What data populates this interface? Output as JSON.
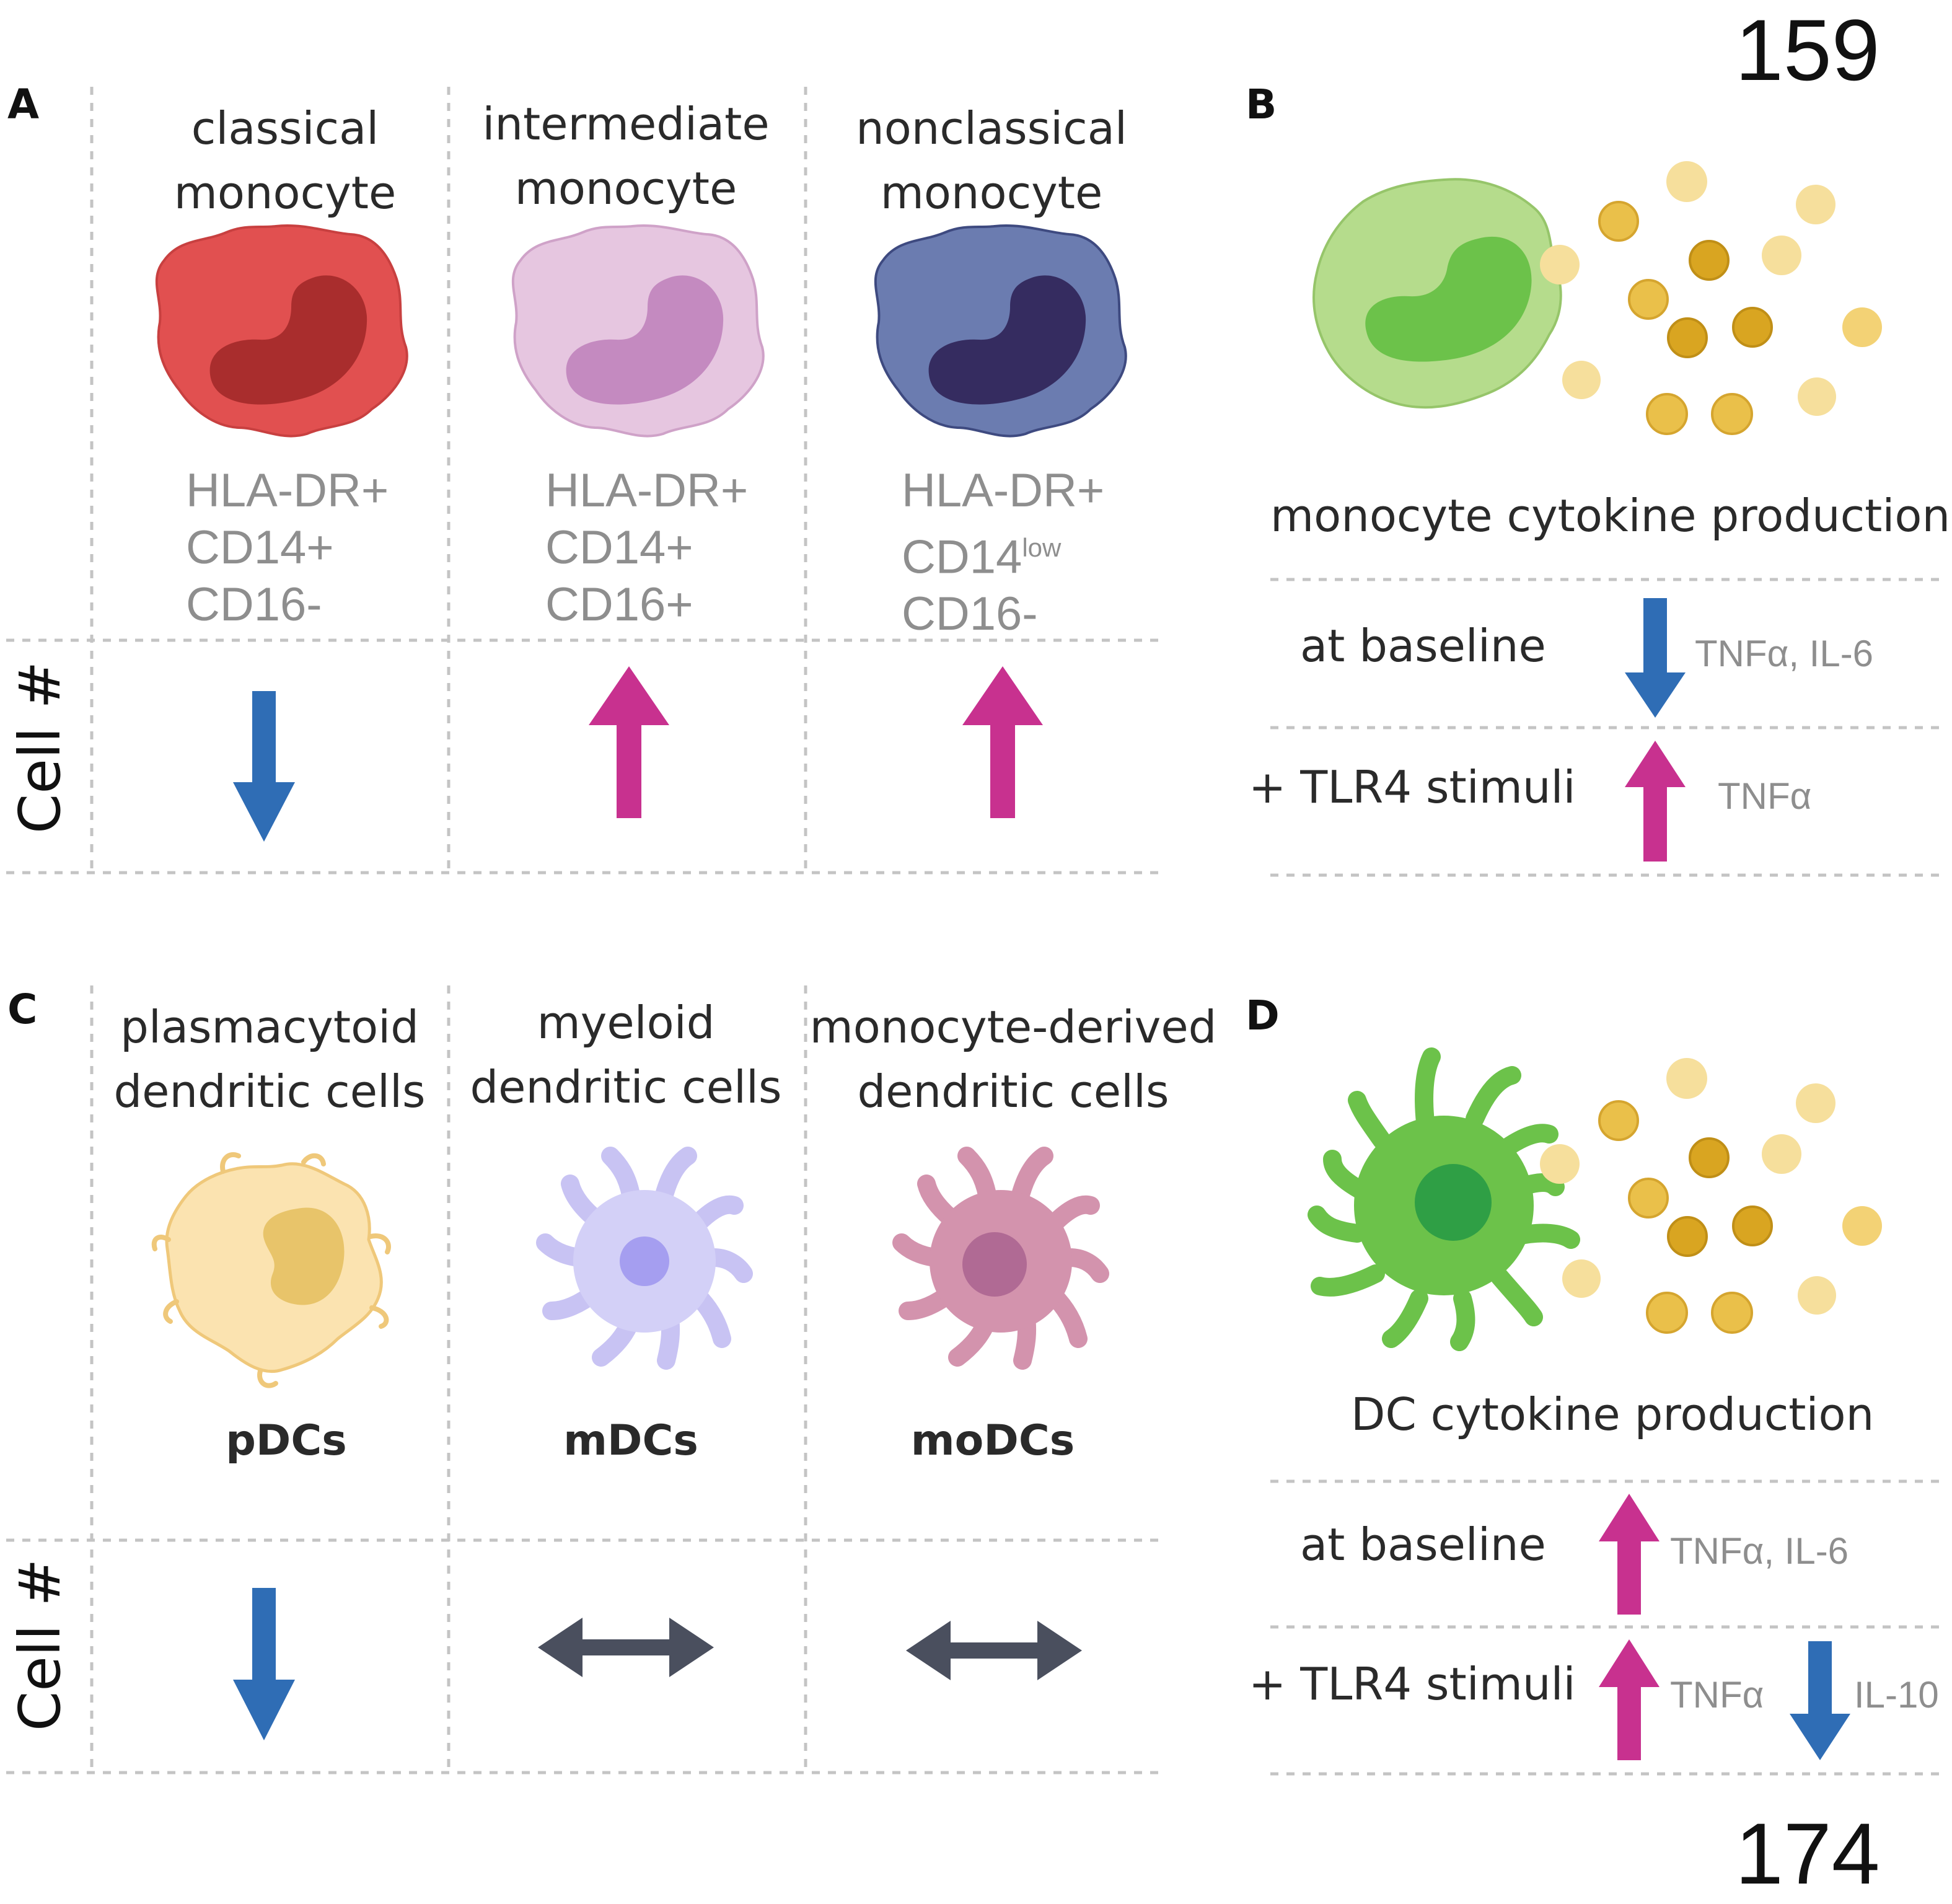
{
  "page_numbers": {
    "top": "159",
    "bottom": "174"
  },
  "panels": {
    "A": {
      "letter": "A",
      "columns": [
        {
          "title_line1": "classical",
          "title_line2": "monocyte",
          "markers": [
            "HLA-DR+",
            "CD14+",
            "CD16-"
          ],
          "cell_number_change": "decrease"
        },
        {
          "title_line1": "intermediate",
          "title_line2": "monocyte",
          "markers": [
            "HLA-DR+",
            "CD14+",
            "CD16+"
          ],
          "cell_number_change": "increase"
        },
        {
          "title_line1": "nonclassical",
          "title_line2": "monocyte",
          "markers": [
            "HLA-DR+",
            "CD14",
            "CD16-"
          ],
          "marker2_superscript": "low",
          "cell_number_change": "increase"
        }
      ],
      "row_label": "Cell #"
    },
    "B": {
      "letter": "B",
      "caption": "monocyte cytokine production",
      "rows": [
        {
          "label": "at baseline",
          "effects": [
            {
              "direction": "decrease",
              "cytokines": "TNFα, IL-6"
            }
          ]
        },
        {
          "label": "+ TLR4 stimuli",
          "effects": [
            {
              "direction": "increase",
              "cytokines": "TNFα"
            }
          ]
        }
      ]
    },
    "C": {
      "letter": "C",
      "columns": [
        {
          "title_line1": "plasmacytoid",
          "title_line2": "dendritic cells",
          "abbreviation": "pDCs",
          "cell_number_change": "decrease"
        },
        {
          "title_line1": "myeloid",
          "title_line2": "dendritic cells",
          "abbreviation": "mDCs",
          "cell_number_change": "unchanged"
        },
        {
          "title_line1": "monocyte-derived",
          "title_line2": "dendritic cells",
          "abbreviation": "moDCs",
          "cell_number_change": "unchanged"
        }
      ],
      "row_label": "Cell #"
    },
    "D": {
      "letter": "D",
      "caption": "DC cytokine production",
      "rows": [
        {
          "label": "at baseline",
          "effects": [
            {
              "direction": "increase",
              "cytokines": "TNFα, IL-6"
            }
          ]
        },
        {
          "label": "+ TLR4 stimuli",
          "effects": [
            {
              "direction": "increase",
              "cytokines": "TNFα"
            },
            {
              "direction": "decrease",
              "cytokines": "IL-10"
            }
          ]
        }
      ]
    }
  },
  "colors": {
    "increase_arrow": "#c8318f",
    "decrease_arrow": "#2f6db5",
    "unchanged_arrow": "#4a4f5e",
    "classical_monocyte": "#e15050",
    "intermediate_monocyte": "#e6c6e0",
    "nonclassical_monocyte": "#6b7cb0",
    "activated_cell": "#7dc763",
    "cytokine_granule": "#e8c24a",
    "pdc": "#fbe3b0",
    "mdc": "#d3d0f7",
    "modc": "#d393ad",
    "grid_line": "#c4c4c4"
  }
}
